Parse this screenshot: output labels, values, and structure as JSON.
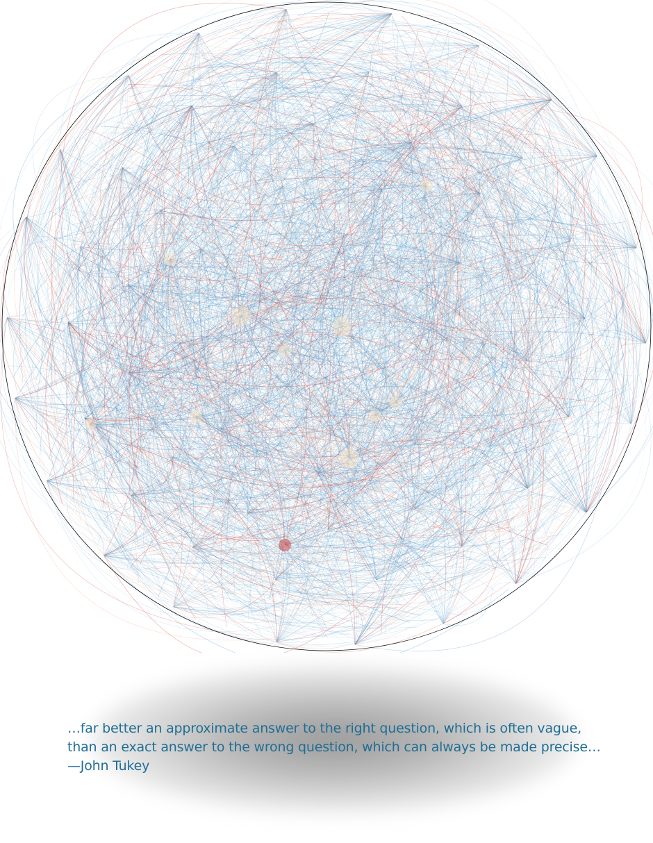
{
  "graph": {
    "kind": "circular network",
    "edge_colors": [
      "#2b7bb9",
      "#6aaed6",
      "#a6cfe3",
      "#f4a582",
      "#d73027",
      "#fee8c8"
    ],
    "border_color": "#000000"
  },
  "quote": {
    "line1": "…far better an approximate answer to the right question, which is often vague,",
    "line2": "than an exact answer to the wrong question, which can always be made precise…",
    "attribution": "—John Tukey"
  },
  "colors": {
    "quote_text": "#1f6e94"
  }
}
